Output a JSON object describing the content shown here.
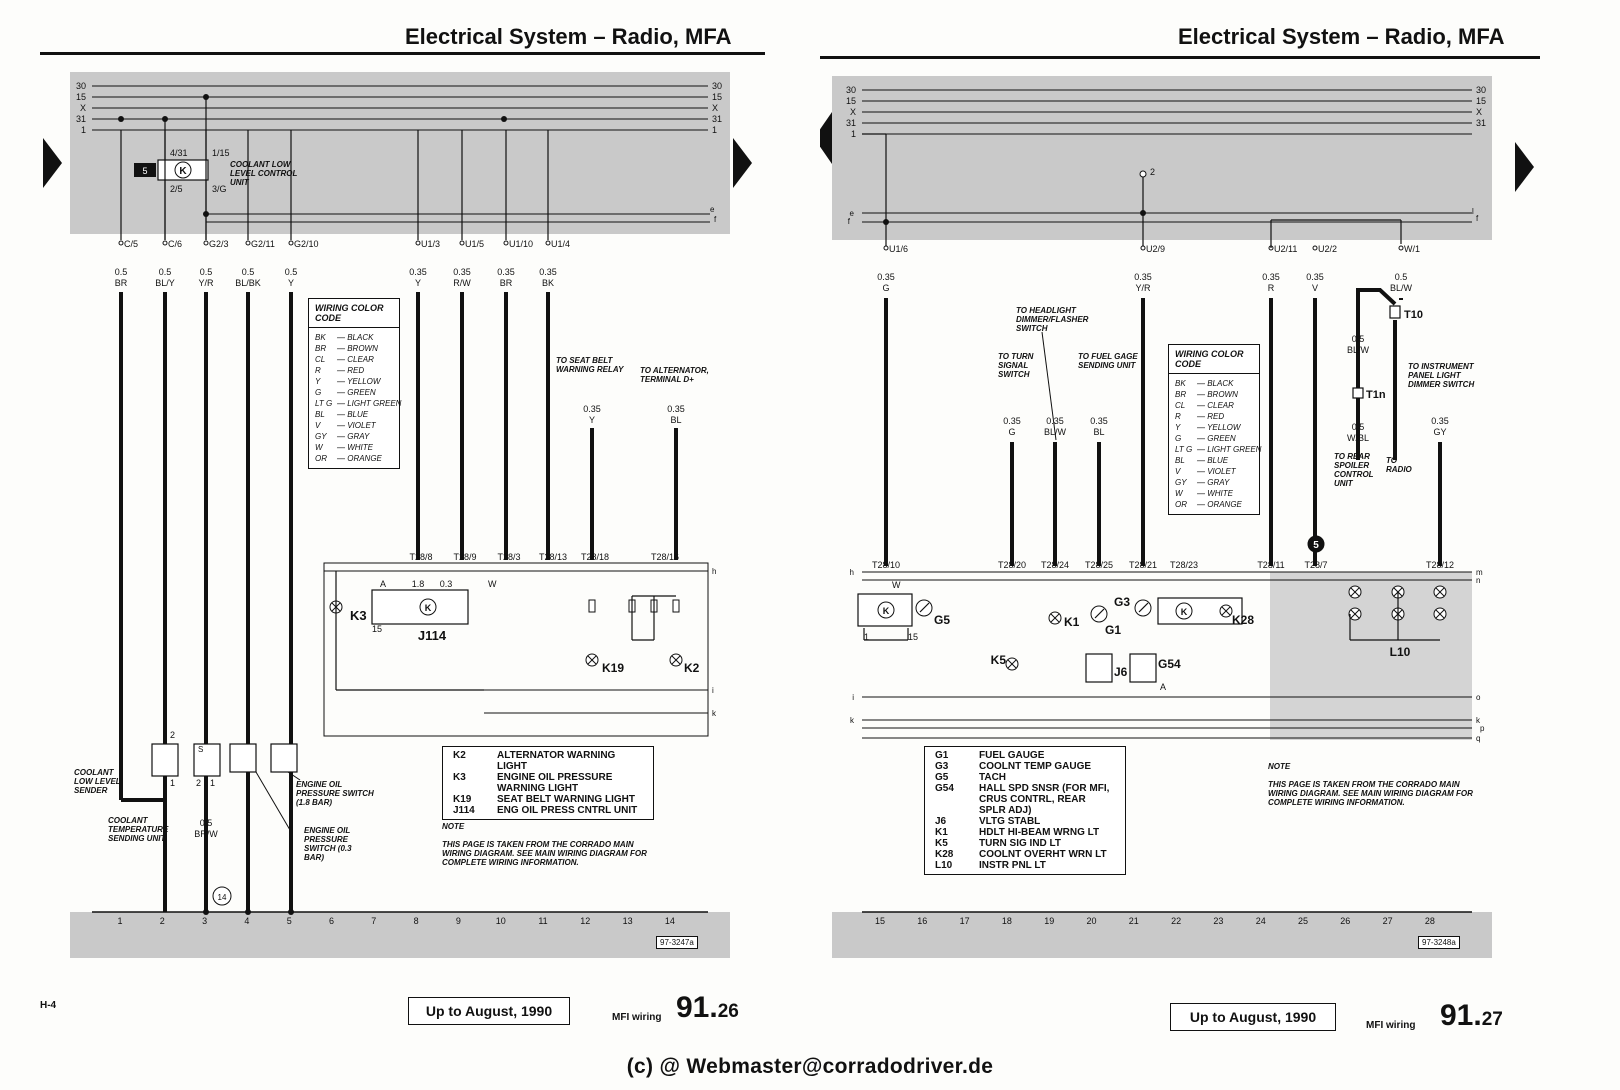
{
  "left_page": {
    "header": "Electrical System – Radio, MFA",
    "bus_labels_left": [
      "30",
      "15",
      "X",
      "31",
      "1"
    ],
    "bus_labels_right": [
      "30",
      "15",
      "X",
      "31",
      "1"
    ],
    "unit_block": {
      "number": "5",
      "symbol": "K",
      "pins": [
        "4/31",
        "1/15",
        "2/5",
        "3/G"
      ],
      "label": "COOLANT LOW LEVEL CONTROL UNIT"
    },
    "connectors": [
      "C/5",
      "C/6",
      "G2/3",
      "G2/11",
      "G2/10",
      "U1/3",
      "U1/5",
      "U1/10",
      "U1/4"
    ],
    "wires": [
      {
        "gauge": "0.5",
        "color": "BR"
      },
      {
        "gauge": "0.5",
        "color": "BL/Y"
      },
      {
        "gauge": "0.5",
        "color": "Y/R"
      },
      {
        "gauge": "0.5",
        "color": "BL/BK"
      },
      {
        "gauge": "0.5",
        "color": "Y"
      },
      {
        "gauge": "0.35",
        "color": "Y"
      },
      {
        "gauge": "0.35",
        "color": "R/W"
      },
      {
        "gauge": "0.35",
        "color": "BR"
      },
      {
        "gauge": "0.35",
        "color": "BK"
      }
    ],
    "legend_title": "WIRING COLOR CODE",
    "legend": [
      [
        "BK",
        "BLACK"
      ],
      [
        "BR",
        "BROWN"
      ],
      [
        "CL",
        "CLEAR"
      ],
      [
        "R",
        "RED"
      ],
      [
        "Y",
        "YELLOW"
      ],
      [
        "G",
        "GREEN"
      ],
      [
        "LT G",
        "LIGHT GREEN"
      ],
      [
        "BL",
        "BLUE"
      ],
      [
        "V",
        "VIOLET"
      ],
      [
        "GY",
        "GRAY"
      ],
      [
        "W",
        "WHITE"
      ],
      [
        "OR",
        "ORANGE"
      ]
    ],
    "to_labels": [
      {
        "text": "TO SEAT BELT WARNING RELAY",
        "gauge": "0.35",
        "color": "Y"
      },
      {
        "text": "TO ALTERNATOR, TERMINAL D+",
        "gauge": "0.35",
        "color": "BL"
      }
    ],
    "terminals": [
      "T28/8",
      "T28/9",
      "T28/3",
      "T28/13",
      "T28/18",
      "T28/16"
    ],
    "components": [
      "K3",
      "J114",
      "K19",
      "K2",
      "1.8",
      "0.3",
      "A",
      "W",
      "15"
    ],
    "bottom_labels": {
      "sender": "COOLANT LOW LEVEL SENDER",
      "temp_unit": "COOLANT TEMPERATURE SENDING UNIT",
      "oil_switch_18": "ENGINE OIL PRESSURE SWITCH (1.8 BAR)",
      "oil_switch_03": "ENGINE OIL PRESSURE SWITCH (0.3 BAR)",
      "ground_wire": {
        "gauge": "0.5",
        "color": "BR/W"
      },
      "ground_num": "14"
    },
    "key": [
      [
        "K2",
        "ALTERNATOR WARNING LIGHT"
      ],
      [
        "K3",
        "ENGINE OIL PRESSURE WARNING LIGHT"
      ],
      [
        "K19",
        "SEAT BELT WARNING LIGHT"
      ],
      [
        "J114",
        "ENG OIL PRESS CNTRL UNIT"
      ]
    ],
    "note_title": "NOTE",
    "note": "THIS PAGE IS TAKEN FROM THE CORRADO MAIN WIRING DIAGRAM. SEE MAIN WIRING DIAGRAM FOR COMPLETE WIRING INFORMATION.",
    "tracks": [
      "1",
      "2",
      "3",
      "4",
      "5",
      "6",
      "7",
      "8",
      "9",
      "10",
      "11",
      "12",
      "13",
      "14"
    ],
    "ref": "97-3247a",
    "page_ref": "H-4",
    "footer": "Up to August, 1990",
    "mfi": "MFI wiring",
    "page_major": "91.",
    "page_minor": "26"
  },
  "right_page": {
    "header": "Electrical System – Radio, MFA",
    "bus_labels_left": [
      "30",
      "15",
      "X",
      "31",
      "1"
    ],
    "bus_labels_right": [
      "30",
      "15",
      "X",
      "31"
    ],
    "connectors": [
      "U1/6",
      "U2/9",
      "U2/11",
      "U2/2",
      "W/1"
    ],
    "wires": [
      {
        "gauge": "0.35",
        "color": "G"
      },
      {
        "gauge": "0.35",
        "color": "Y/R"
      },
      {
        "gauge": "0.35",
        "color": "R"
      },
      {
        "gauge": "0.35",
        "color": "V"
      },
      {
        "gauge": "0.5",
        "color": "BL/W"
      }
    ],
    "legend_title": "WIRING COLOR CODE",
    "legend": [
      [
        "BK",
        "BLACK"
      ],
      [
        "BR",
        "BROWN"
      ],
      [
        "CL",
        "CLEAR"
      ],
      [
        "R",
        "RED"
      ],
      [
        "Y",
        "YELLOW"
      ],
      [
        "G",
        "GREEN"
      ],
      [
        "LT G",
        "LIGHT GREEN"
      ],
      [
        "BL",
        "BLUE"
      ],
      [
        "V",
        "VIOLET"
      ],
      [
        "GY",
        "GRAY"
      ],
      [
        "W",
        "WHITE"
      ],
      [
        "OR",
        "ORANGE"
      ]
    ],
    "to_labels": [
      {
        "text": "TO HEADLIGHT DIMMER/FLASHER SWITCH",
        "gauge": "",
        "color": ""
      },
      {
        "text": "TO TURN SIGNAL SWITCH",
        "gauge": "0.35",
        "color": "G"
      },
      {
        "text": "",
        "gauge": "0.35",
        "color": "BL/W"
      },
      {
        "text": "TO FUEL GAGE SENDING UNIT",
        "gauge": "0.35",
        "color": "BL"
      },
      {
        "text": "TO INSTRUMENT PANEL LIGHT DIMMER SWITCH",
        "gauge": "0.35",
        "color": "GY"
      },
      {
        "text": "TO REAR SPOILER CONTROL UNIT",
        "gauge": "0.5",
        "color": "W/BL"
      },
      {
        "text": "TO RADIO",
        "gauge": "",
        "color": ""
      }
    ],
    "t10_wire": {
      "gauge": "0.5",
      "color": "BL/W"
    },
    "terminals": [
      "T28/10",
      "T28/20",
      "T28/24",
      "T28/25",
      "T28/21",
      "T28/23",
      "T28/11",
      "T28/7",
      "T28/12"
    ],
    "components": [
      "G5",
      "K1",
      "G1",
      "G3",
      "K28",
      "K5",
      "J6",
      "G54",
      "L10",
      "T10",
      "T1n",
      "2",
      "5"
    ],
    "key": [
      [
        "G1",
        "FUEL GAUGE"
      ],
      [
        "G3",
        "COOLNT TEMP GAUGE"
      ],
      [
        "G5",
        "TACH"
      ],
      [
        "G54",
        "HALL SPD SNSR (FOR MFI, CRUS CONTRL, REAR SPLR ADJ)"
      ],
      [
        "J6",
        "VLTG STABL"
      ],
      [
        "K1",
        "HDLT HI-BEAM WRNG LT"
      ],
      [
        "K5",
        "TURN SIG IND LT"
      ],
      [
        "K28",
        "COOLNT OVERHT WRN LT"
      ],
      [
        "L10",
        "INSTR PNL LT"
      ]
    ],
    "note_title": "NOTE",
    "note": "THIS PAGE IS TAKEN FROM THE CORRADO MAIN WIRING DIAGRAM. SEE MAIN WIRING DIAGRAM FOR COMPLETE WIRING INFORMATION.",
    "tracks": [
      "15",
      "16",
      "17",
      "18",
      "19",
      "20",
      "21",
      "22",
      "23",
      "24",
      "25",
      "26",
      "27",
      "28"
    ],
    "ref": "97-3248a",
    "footer": "Up to August, 1990",
    "mfi": "MFI wiring",
    "page_major": "91.",
    "page_minor": "27"
  },
  "copyright": "(c) @ Webmaster@corradodriver.de"
}
